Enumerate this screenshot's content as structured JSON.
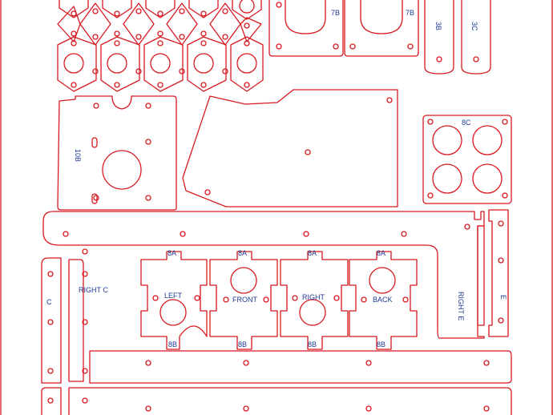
{
  "diagram": {
    "stroke_color": "#d71920",
    "label_color": "#1f3a93",
    "background": "#ffffff"
  },
  "labels": {
    "part_7b": "7B",
    "part_3b": "3B",
    "part_3c": "3C",
    "part_8c": "8C",
    "part_10b": "10B",
    "part_8a": "8A",
    "part_8b": "8B",
    "left": "LEFT",
    "front": "FRONT",
    "right": "RIGHT",
    "back": "BACK",
    "c": "C",
    "right_c": "RIGHT C",
    "right_e": "RIGHT E",
    "e": "E"
  }
}
